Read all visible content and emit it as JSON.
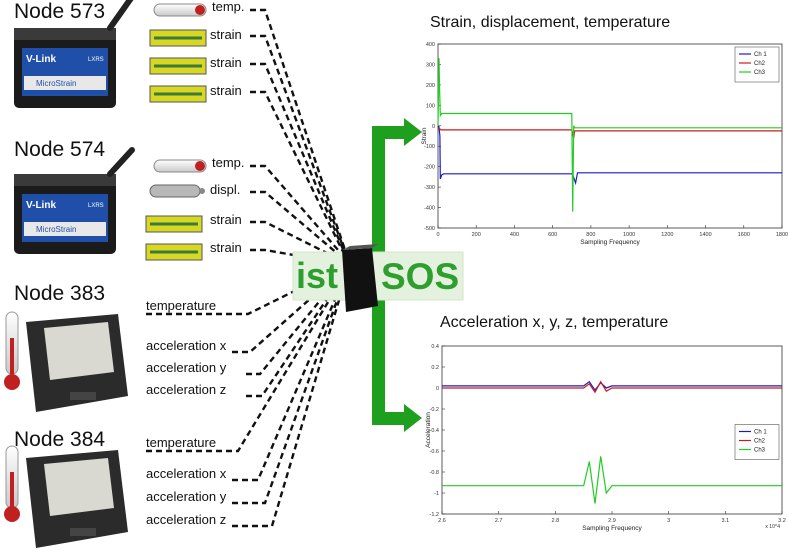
{
  "nodes": [
    {
      "title": "Node 573",
      "sensors": [
        "temp.",
        "strain",
        "strain",
        "strain"
      ]
    },
    {
      "title": "Node 574",
      "sensors": [
        "temp.",
        "displ.",
        "strain",
        "strain"
      ]
    },
    {
      "title": "Node 383",
      "sensors": [
        "temperature",
        "acceleration x",
        "acceleration y",
        "acceleration z"
      ]
    },
    {
      "title": "Node 384",
      "sensors": [
        "temperature",
        "acceleration x",
        "acceleration y",
        "acceleration z"
      ]
    }
  ],
  "device": {
    "brand": "V-Link",
    "maker": "MicroStrain",
    "lxrs": "LXRS"
  },
  "hub": {
    "left": "ist",
    "right": "SOS"
  },
  "colors": {
    "hub_green": "#2e9f2e",
    "arrow_green": "#1ea01e",
    "ch1": "#1a1acc",
    "ch2": "#cc1a1a",
    "ch3": "#22cc22"
  },
  "chart_data": [
    {
      "type": "line",
      "title": "Strain, displacement, temperature",
      "xlabel": "Sampling Frequency",
      "ylabel": "Strain",
      "xlim": [
        0,
        1800
      ],
      "ylim": [
        -500,
        400
      ],
      "xticks": [
        "0",
        "200",
        "400",
        "600",
        "800",
        "1000",
        "1200",
        "1400",
        "1600",
        "1800"
      ],
      "yticks": [
        "400",
        "300",
        "200",
        "100",
        "0",
        "-100",
        "-200",
        "-300",
        "-400",
        "-500"
      ],
      "legend": "top-right",
      "series": [
        {
          "name": "Ch 1",
          "color": "#1a1acc",
          "x": [
            0,
            5,
            10,
            12,
            20,
            30,
            700,
            705,
            720,
            730,
            1800
          ],
          "y": [
            0,
            -5,
            -50,
            -260,
            -240,
            -235,
            -235,
            -240,
            -280,
            -230,
            -230
          ]
        },
        {
          "name": "Ch2",
          "color": "#cc1a1a",
          "x": [
            0,
            10,
            15,
            700,
            710,
            715,
            1800
          ],
          "y": [
            -10,
            -15,
            -20,
            -20,
            -60,
            -25,
            -25
          ]
        },
        {
          "name": "Ch3",
          "color": "#22cc22",
          "x": [
            0,
            5,
            8,
            12,
            20,
            700,
            705,
            710,
            715,
            720,
            1800
          ],
          "y": [
            0,
            330,
            200,
            50,
            60,
            60,
            -420,
            0,
            -10,
            -10,
            -10
          ]
        }
      ]
    },
    {
      "type": "line",
      "title": "Acceleration x, y, z, temperature",
      "xlabel": "Sampling Frequency",
      "ylabel": "Acceleration",
      "xscale_label": "x 10^4",
      "xlim": [
        2.6,
        3.2
      ],
      "ylim": [
        -1.2,
        0.4
      ],
      "xticks": [
        "2.6",
        "2.7",
        "2.8",
        "2.9",
        "3",
        "3.1",
        "3.2"
      ],
      "yticks": [
        "0.4",
        "0.2",
        "0",
        "-0.2",
        "-0.4",
        "-0.6",
        "-0.8",
        "-1",
        "-1.2"
      ],
      "legend": "middle-right",
      "series": [
        {
          "name": "Ch 1",
          "color": "#1a1acc",
          "x": [
            2.6,
            2.85,
            2.86,
            2.87,
            2.88,
            2.89,
            2.9,
            3.2
          ],
          "y": [
            0.02,
            0.02,
            0.06,
            -0.02,
            0.05,
            0.0,
            0.02,
            0.02
          ]
        },
        {
          "name": "Ch2",
          "color": "#cc1a1a",
          "x": [
            2.6,
            2.85,
            2.86,
            2.87,
            2.88,
            2.89,
            2.9,
            3.2
          ],
          "y": [
            0.0,
            0.0,
            0.04,
            -0.04,
            0.06,
            -0.03,
            0.0,
            0.0
          ]
        },
        {
          "name": "Ch3",
          "color": "#22cc22",
          "x": [
            2.6,
            2.85,
            2.86,
            2.87,
            2.88,
            2.89,
            2.9,
            3.2
          ],
          "y": [
            -0.93,
            -0.93,
            -0.7,
            -1.1,
            -0.65,
            -1.0,
            -0.93,
            -0.93
          ]
        }
      ]
    }
  ]
}
